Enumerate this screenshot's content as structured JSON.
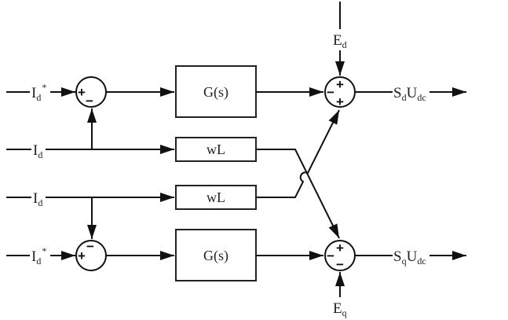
{
  "diagram": {
    "type": "control block diagram",
    "inputs": {
      "top_ref": {
        "main": "I",
        "sub": "d",
        "sup": "*"
      },
      "top_feedback": {
        "main": "I",
        "sub": "d"
      },
      "bottom_feedback": {
        "main": "I",
        "sub": "d"
      },
      "bottom_ref": {
        "main": "I",
        "sub": "d",
        "sup": "*"
      }
    },
    "blocks": {
      "controller_top": "G(s)",
      "coupling_top": "wL",
      "coupling_bottom": "wL",
      "controller_bottom": "G(s)"
    },
    "summing_junctions": {
      "sum_ref_top": {
        "left": "+",
        "bottom": "−"
      },
      "sum_ref_bottom": {
        "left": "+",
        "top": "−"
      },
      "sum_out_top": {
        "top": "+",
        "left": "−",
        "bottom": "+"
      },
      "sum_out_bottom": {
        "top": "+",
        "left": "−",
        "bottom": "−"
      }
    },
    "disturbances": {
      "top": {
        "main": "E",
        "sub": "d"
      },
      "bottom": {
        "main": "E",
        "sub": "q"
      }
    },
    "outputs": {
      "top": {
        "s": "S",
        "s_sub": "d",
        "u": "U",
        "u_sub": "dc"
      },
      "bottom": {
        "s": "S",
        "s_sub": "q",
        "u": "U",
        "u_sub": "dc"
      }
    }
  }
}
